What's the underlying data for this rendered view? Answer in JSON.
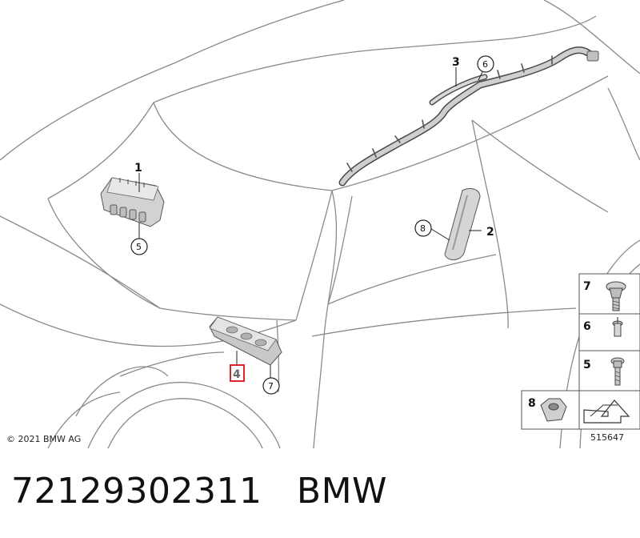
{
  "diagram": {
    "callouts": {
      "c1": "1",
      "c2": "2",
      "c3": "3",
      "c4": "4",
      "c5": "5",
      "c6": "6",
      "c7": "7",
      "c8": "8"
    },
    "legend": {
      "r7": "7",
      "r6": "6",
      "r5": "5",
      "r8": "8"
    },
    "copyright": "© 2021 BMW AG",
    "diagram_number": "515647",
    "highlight_color": "#d9262c"
  },
  "caption": {
    "part_number": "72129302311",
    "brand": "BMW"
  }
}
